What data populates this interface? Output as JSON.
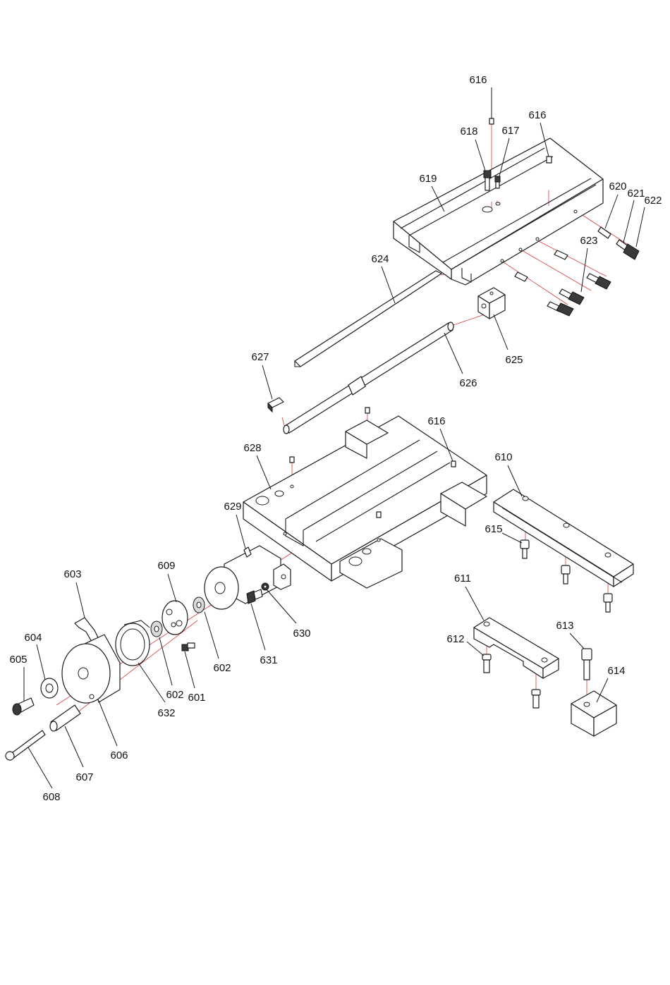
{
  "callouts": [
    {
      "id": "616a",
      "text": "616"
    },
    {
      "id": "616b",
      "text": "616"
    },
    {
      "id": "616c",
      "text": "616"
    },
    {
      "id": "618",
      "text": "618"
    },
    {
      "id": "617",
      "text": "617"
    },
    {
      "id": "619",
      "text": "619"
    },
    {
      "id": "620",
      "text": "620"
    },
    {
      "id": "621",
      "text": "621"
    },
    {
      "id": "622",
      "text": "622"
    },
    {
      "id": "623",
      "text": "623"
    },
    {
      "id": "624",
      "text": "624"
    },
    {
      "id": "625",
      "text": "625"
    },
    {
      "id": "626",
      "text": "626"
    },
    {
      "id": "627",
      "text": "627"
    },
    {
      "id": "628",
      "text": "628"
    },
    {
      "id": "629",
      "text": "629"
    },
    {
      "id": "610",
      "text": "610"
    },
    {
      "id": "615",
      "text": "615"
    },
    {
      "id": "611",
      "text": "611"
    },
    {
      "id": "612",
      "text": "612"
    },
    {
      "id": "613",
      "text": "613"
    },
    {
      "id": "614",
      "text": "614"
    },
    {
      "id": "603",
      "text": "603"
    },
    {
      "id": "609",
      "text": "609"
    },
    {
      "id": "604",
      "text": "604"
    },
    {
      "id": "605",
      "text": "605"
    },
    {
      "id": "606",
      "text": "606"
    },
    {
      "id": "607",
      "text": "607"
    },
    {
      "id": "608",
      "text": "608"
    },
    {
      "id": "632",
      "text": "632"
    },
    {
      "id": "602a",
      "text": "602"
    },
    {
      "id": "602b",
      "text": "602"
    },
    {
      "id": "601",
      "text": "601"
    },
    {
      "id": "630",
      "text": "630"
    },
    {
      "id": "631",
      "text": "631"
    }
  ]
}
